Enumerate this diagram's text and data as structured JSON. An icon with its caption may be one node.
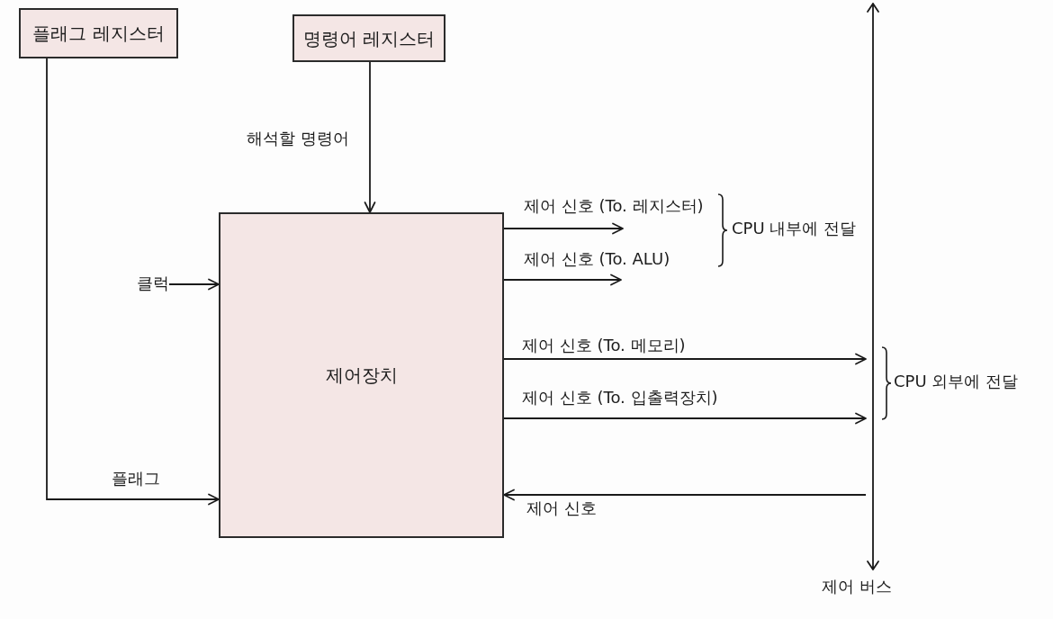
{
  "diagram": {
    "nodes": [
      {
        "text": [
          "플래그 레지스터"
        ]
      },
      {
        "text": [
          "명령어 레지스터"
        ]
      },
      {
        "text": [
          "제어장치"
        ]
      },
      {
        "text": [],
        "shape": "line",
        "beside": [
          "제어 버스"
        ]
      },
      {
        "text": [
          "클럭"
        ]
      }
    ],
    "edges": [
      {
        "from": 0,
        "to": 2,
        "arrow": "to",
        "label": "플래그"
      },
      {
        "from": 1,
        "to": 2,
        "arrow": "to",
        "label": "해석할 명령어"
      },
      {
        "from": 4,
        "to": 2,
        "arrow": "to"
      },
      {
        "from": 2,
        "to": null,
        "arrow": "to",
        "label": "제어 신호 (To. 레지스터)"
      },
      {
        "from": 2,
        "to": null,
        "arrow": "to",
        "label": "제어 신호 (To. ALU)"
      },
      {
        "from": 2,
        "to": 3,
        "arrow": "to",
        "label": "제어 신호 (To. 메모리)"
      },
      {
        "from": 2,
        "to": 3,
        "arrow": "to",
        "label": "제어 신호 (To. 입출력장치)"
      },
      {
        "from": 3,
        "to": 2,
        "arrow": "to",
        "label": "제어 신호"
      }
    ],
    "labels": [
      "CPU 내부에 전달",
      "CPU 외부에 전달"
    ]
  }
}
